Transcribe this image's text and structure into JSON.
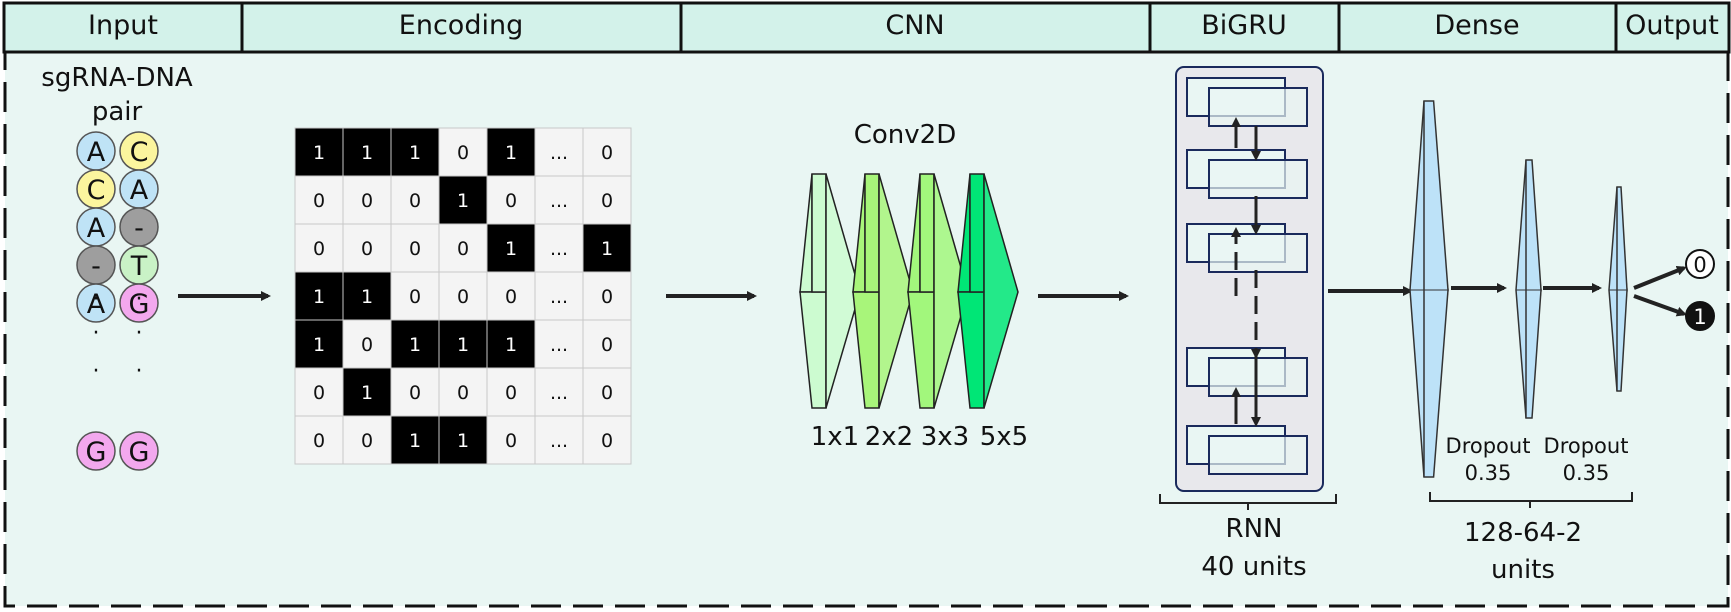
{
  "header": {
    "sections": [
      "Input",
      "Encoding",
      "CNN",
      "BiGRU",
      "Dense",
      "Output"
    ]
  },
  "input": {
    "title_line1": "sgRNA-DNA",
    "title_line2": "pair",
    "pairs": [
      [
        "A",
        "C"
      ],
      [
        "C",
        "A"
      ],
      [
        "A",
        "-"
      ],
      [
        "-",
        "T"
      ],
      [
        "A",
        "G"
      ]
    ],
    "last_pair": [
      "G",
      "G"
    ],
    "dots": "·"
  },
  "encoding": {
    "matrix": [
      [
        "1",
        "1",
        "1",
        "0",
        "1",
        "...",
        "0"
      ],
      [
        "0",
        "0",
        "0",
        "1",
        "0",
        "...",
        "0"
      ],
      [
        "0",
        "0",
        "0",
        "0",
        "1",
        "...",
        "1"
      ],
      [
        "1",
        "1",
        "0",
        "0",
        "0",
        "...",
        "0"
      ],
      [
        "1",
        "0",
        "1",
        "1",
        "1",
        "...",
        "0"
      ],
      [
        "0",
        "1",
        "0",
        "0",
        "0",
        "...",
        "0"
      ],
      [
        "0",
        "0",
        "1",
        "1",
        "0",
        "...",
        "0"
      ]
    ]
  },
  "cnn": {
    "title": "Conv2D",
    "kernels": [
      "1x1",
      "2x2",
      "3x3",
      "5x5"
    ]
  },
  "bigru": {
    "label_line1": "RNN",
    "label_line2": "40 units"
  },
  "dense": {
    "dropout_label": "Dropout",
    "dropout_values": [
      "0.35",
      "0.35"
    ],
    "units_line1": "128-64-2",
    "units_line2": "units"
  },
  "output": {
    "nodes": [
      "0",
      "1"
    ]
  },
  "colors": {
    "header_bg": "#d3f2ea",
    "panel_bg": "#e9f6f3",
    "nuc_A": "#bfe3f6",
    "nuc_C": "#fbf59e",
    "nuc_G": "#f3a8ee",
    "nuc_T": "#c9f2c6",
    "nuc_gap": "#9e9e9e",
    "cnn_layers": [
      "#ccfbd0",
      "#a8f57a",
      "#a2f77c",
      "#00e676"
    ],
    "dense_fill": "#bde2f8",
    "gru_panel": "#e8e8ec",
    "gru_box": "#1a2a5c"
  }
}
